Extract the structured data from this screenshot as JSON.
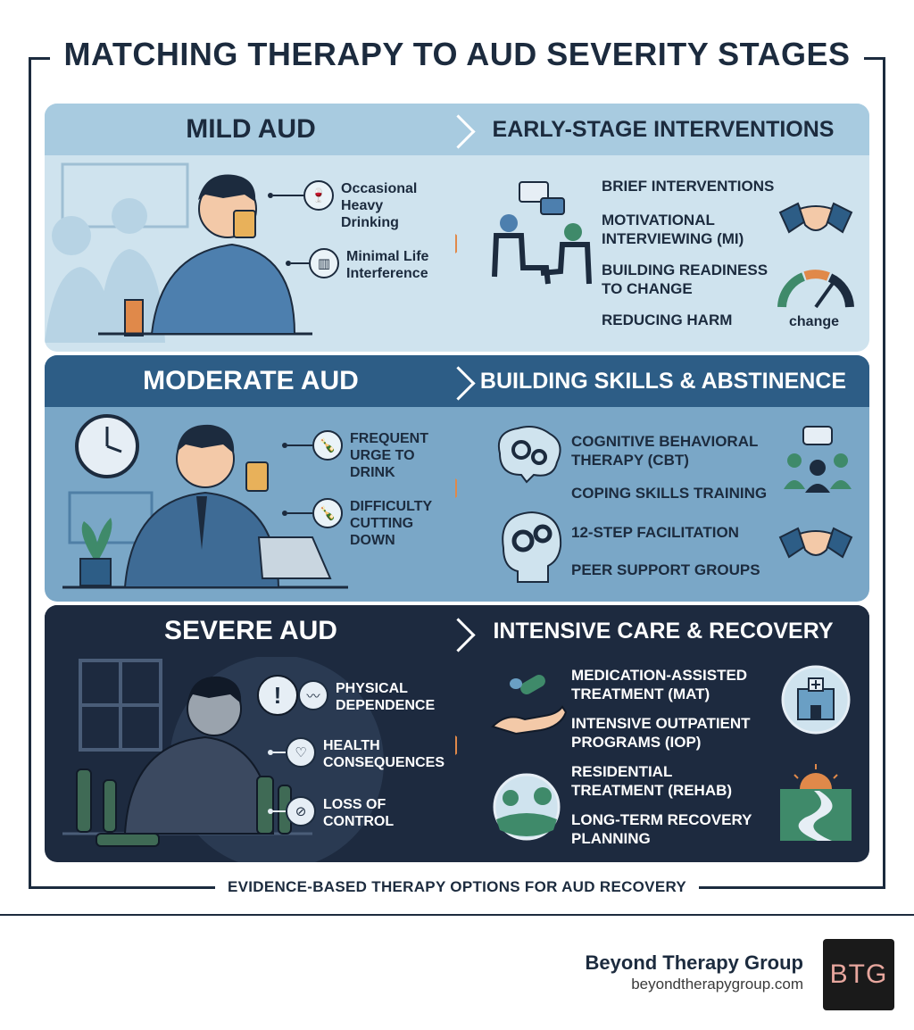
{
  "title": "MATCHING THERAPY TO AUD SEVERITY STAGES",
  "footer": "EVIDENCE-BASED THERAPY OPTIONS FOR AUD RECOVERY",
  "colors": {
    "dark_navy": "#1c2b3e",
    "light_blue": "#cfe3ee",
    "mid_blue": "#7aa7c7",
    "accent_orange": "#e0894a"
  },
  "stages": [
    {
      "severity": "MILD AUD",
      "signs": [
        "Occasional Heavy Drinking",
        "Minimal Life Interference"
      ],
      "sign_icons": [
        "wine-glass-icon",
        "bar-chart-icon"
      ],
      "therapy_heading": "EARLY-STAGE INTERVENTIONS",
      "therapies": [
        "BRIEF INTERVENTIONS",
        "MOTIVATIONAL INTERVIEWING (MI)",
        "BUILDING READINESS TO CHANGE",
        "REDUCING HARM"
      ],
      "gauge_label": "change"
    },
    {
      "severity": "MODERATE AUD",
      "signs": [
        "FREQUENT URGE TO DRINK",
        "DIFFICULTY CUTTING DOWN"
      ],
      "sign_icons": [
        "bottle-icon",
        "bottle-icon"
      ],
      "therapy_heading": "BUILDING SKILLS & ABSTINENCE",
      "therapies": [
        "COGNITIVE BEHAVIORAL THERAPY (CBT)",
        "COPING SKILLS TRAINING",
        "12-STEP FACILITATION",
        "PEER SUPPORT GROUPS"
      ]
    },
    {
      "severity": "SEVERE AUD",
      "signs": [
        "PHYSICAL DEPENDENCE",
        "HEALTH CONSEQUENCES",
        "LOSS OF CONTROL"
      ],
      "sign_icons": [
        "heartbeat-icon",
        "heart-icon",
        "no-control-icon"
      ],
      "therapy_heading": "INTENSIVE CARE & RECOVERY",
      "therapies": [
        "MEDICATION-ASSISTED TREATMENT (MAT)",
        "INTENSIVE OUTPATIENT PROGRAMS (IOP)",
        "RESIDENTIAL TREATMENT (REHAB)",
        "LONG-TERM RECOVERY PLANNING"
      ]
    }
  ],
  "brand": {
    "name": "Beyond Therapy Group",
    "url": "beyondtherapygroup.com",
    "logo_text": "BTG"
  }
}
